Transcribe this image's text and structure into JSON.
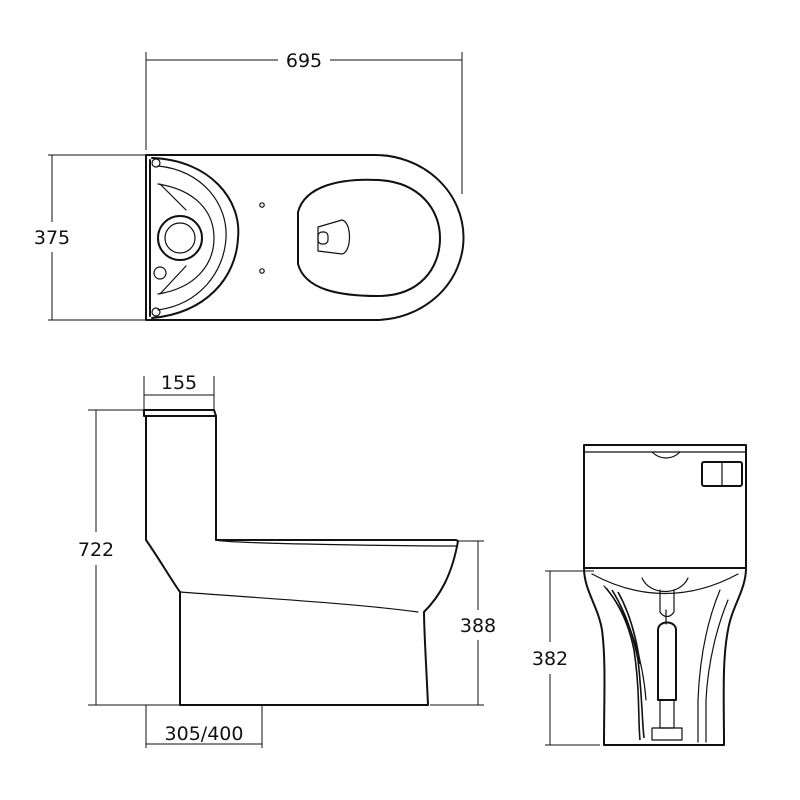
{
  "dimensions": {
    "top_width": "695",
    "top_depth": "375",
    "tank_depth": "155",
    "total_height": "722",
    "seat_height": "388",
    "rough_in": "305/400",
    "front_height": "382"
  }
}
